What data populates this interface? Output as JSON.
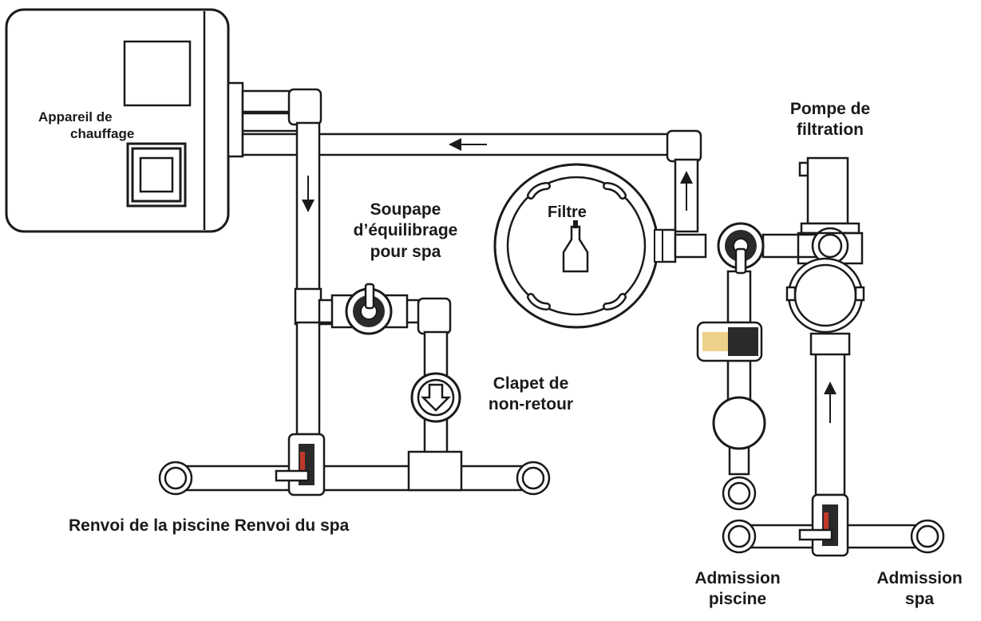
{
  "labels": {
    "heater": [
      "Appareil de",
      "chauffage"
    ],
    "pump": [
      "Pompe de",
      "filtration"
    ],
    "filter": "Filtre",
    "balance_valve": [
      "Soupape",
      "d’équilibrage",
      "pour spa"
    ],
    "check_valve": [
      "Clapet de",
      "non-retour"
    ],
    "returns": "Renvoi de la piscine Renvoi du spa",
    "pool_intake": [
      "Admission",
      "piscine"
    ],
    "spa_intake": [
      "Admission",
      "spa"
    ]
  },
  "colors": {
    "line": "#1a1a1a",
    "pipe_fill": "#ffffff",
    "valve_dark": "#2a2a2a",
    "valve_red": "#c0392b",
    "valve_yellow": "#e2b23a"
  },
  "icons": [
    "flow-arrow-icon",
    "valve-handle-icon"
  ]
}
